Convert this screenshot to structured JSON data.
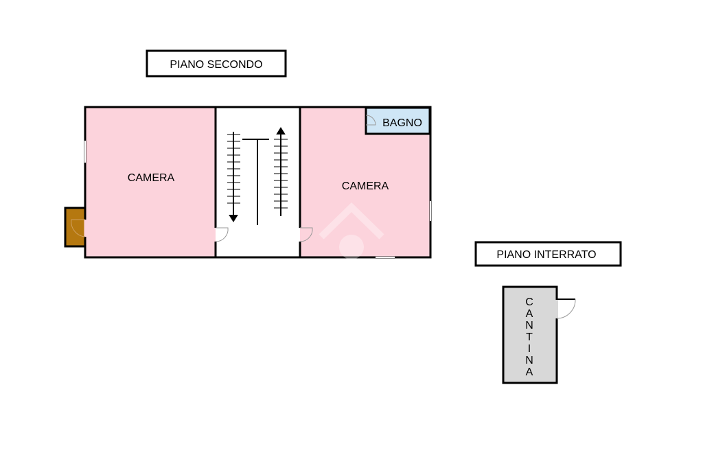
{
  "floors": {
    "second": {
      "title": "PIANO SECONDO",
      "rooms": {
        "camera_left": "CAMERA",
        "camera_right": "CAMERA",
        "bagno": "BAGNO"
      }
    },
    "basement": {
      "title": "PIANO INTERRATO",
      "rooms": {
        "cantina": [
          "C",
          "A",
          "N",
          "T",
          "I",
          "N",
          "A"
        ]
      }
    }
  },
  "colors": {
    "bedroom": "#fcd3dc",
    "bathroom": "#cfe6f6",
    "balcony": "#b57810",
    "cellar": "#d8d8d8"
  }
}
